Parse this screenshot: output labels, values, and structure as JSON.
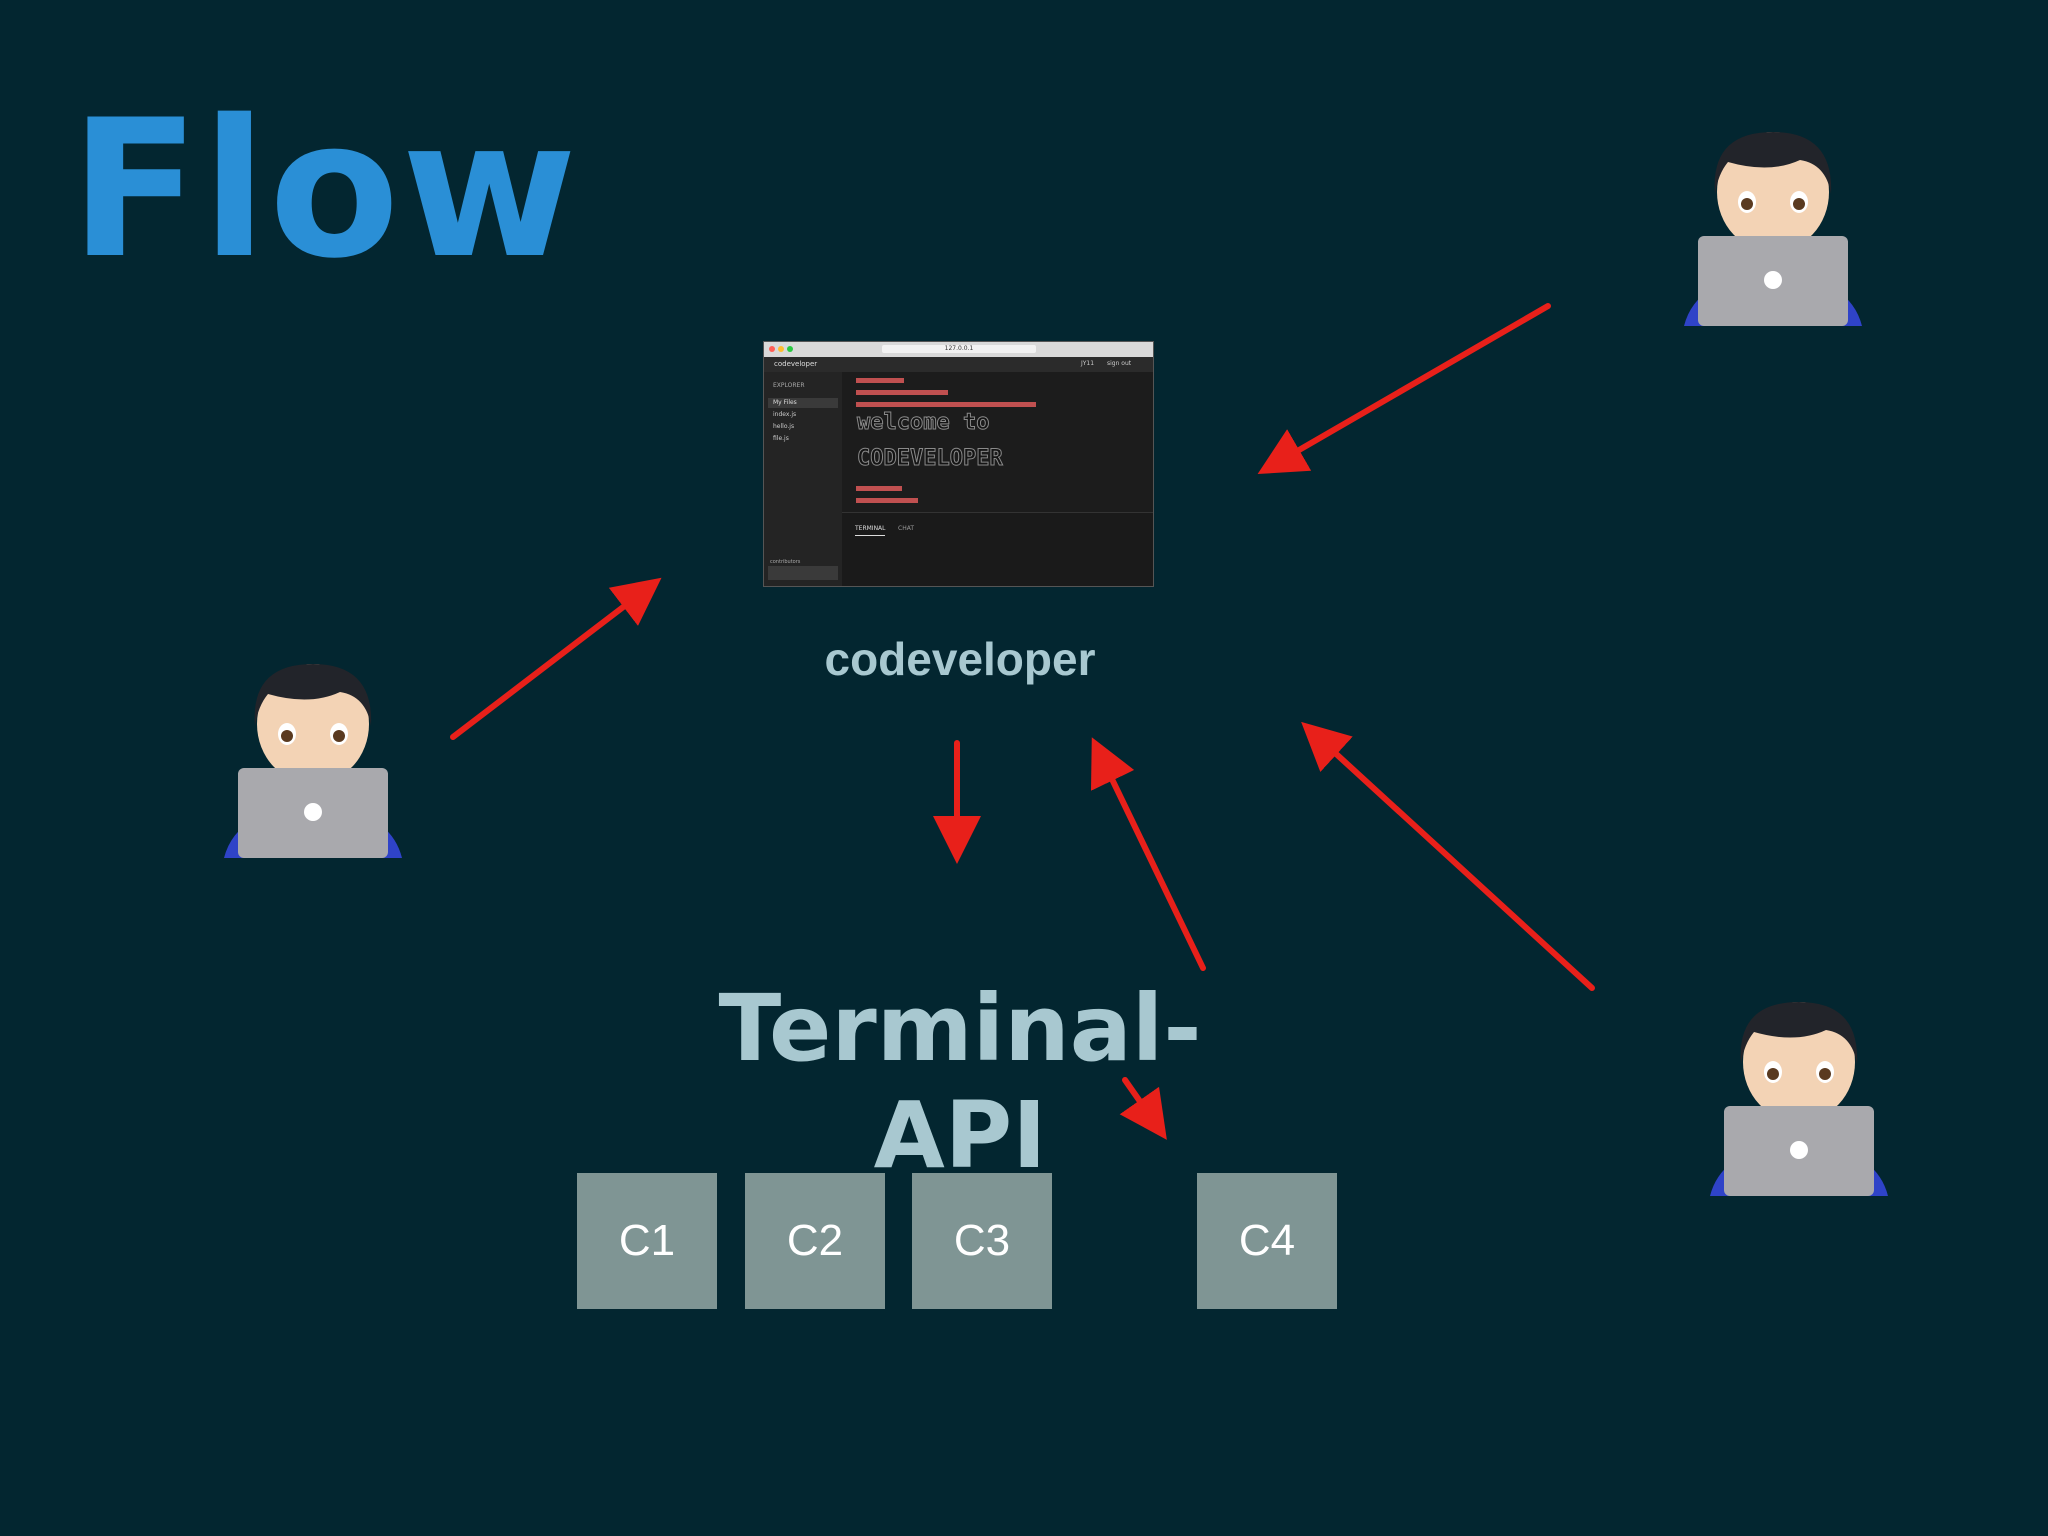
{
  "title": "Flow",
  "app": {
    "label": "codeveloper",
    "screenshot": {
      "url": "127.0.0.1",
      "brand": "codeveloper",
      "user": "JY11",
      "signout": "sign out",
      "explorer": "EXPLORER",
      "my_files": "My Files",
      "files": [
        "index.js",
        "hello.js",
        "file.js"
      ],
      "contributors": "contributors",
      "ascii_line1": "welcome to",
      "ascii_line2": "CODEVELOPER",
      "tabs": [
        "TERMINAL",
        "CHAT"
      ]
    }
  },
  "terminal_api": {
    "label": "Terminal-API"
  },
  "containers": [
    "C1",
    "C2",
    "C3",
    "C4"
  ],
  "colors": {
    "title": "#2a8fd6",
    "background": "#032630",
    "arrow": "#e8201a",
    "container": "#7f9594"
  },
  "users": [
    {
      "icon": "developer-at-laptop-icon"
    },
    {
      "icon": "developer-at-laptop-icon"
    },
    {
      "icon": "developer-at-laptop-icon"
    }
  ]
}
